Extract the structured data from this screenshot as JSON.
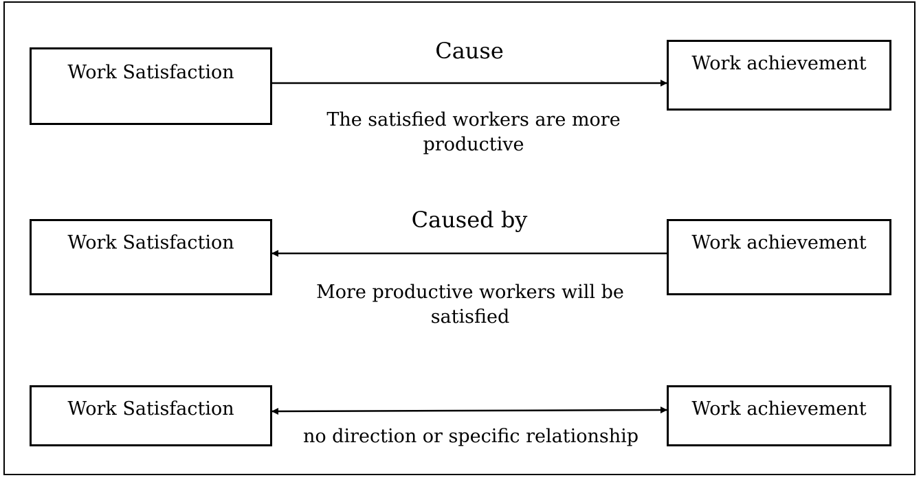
{
  "rows": [
    {
      "left_box": "Work Satisfaction",
      "right_box": "Work achievement",
      "relation_title": "Cause",
      "description_lines": [
        "The satisfied workers are more",
        "productive"
      ],
      "direction": "left-to-right"
    },
    {
      "left_box": "Work Satisfaction",
      "right_box": "Work achievement",
      "relation_title": "Caused by",
      "description_lines": [
        "More productive workers will be",
        "satisfied"
      ],
      "direction": "right-to-left"
    },
    {
      "left_box": "Work Satisfaction",
      "right_box": "Work achievement",
      "relation_title": "",
      "description_lines": [
        "no direction or specific relationship"
      ],
      "direction": "bidirectional"
    }
  ]
}
